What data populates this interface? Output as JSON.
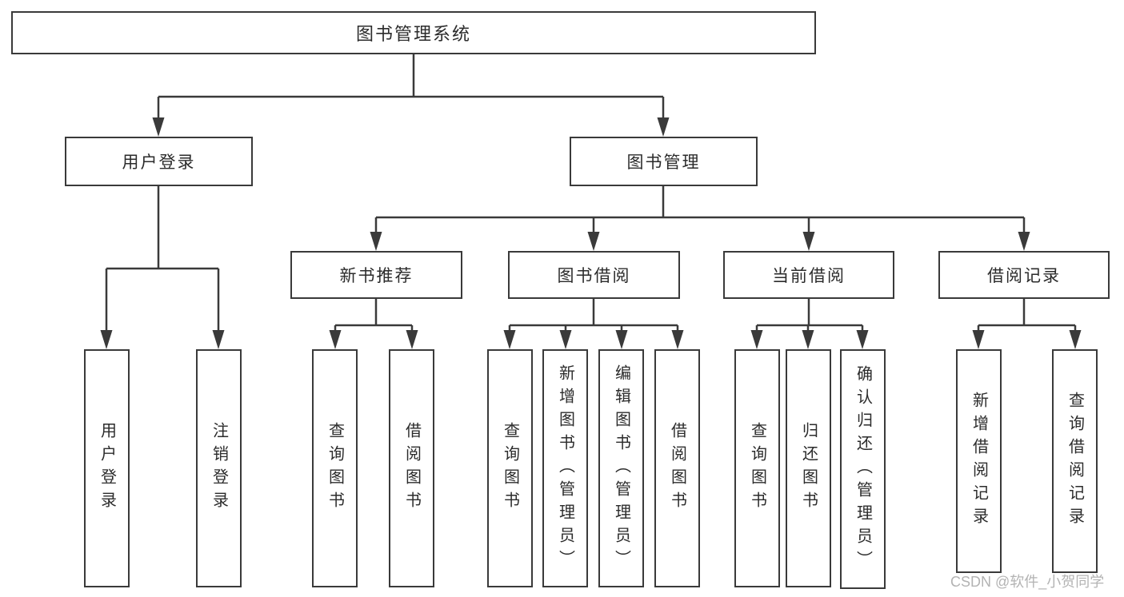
{
  "diagram": {
    "type": "hierarchy-tree",
    "title": "图书管理系统"
  },
  "nodes": {
    "root": "图书管理系统",
    "level2": {
      "user_login": "用户登录",
      "book_mgmt": "图书管理"
    },
    "level3": {
      "new_books": "新书推荐",
      "book_borrow": "图书借阅",
      "current_borrow": "当前借阅",
      "borrow_records": "借阅记录"
    },
    "leaves": {
      "user_login": {
        "login": "用户登录",
        "logout": "注销登录"
      },
      "new_books": {
        "query": "查询图书",
        "borrow": "借阅图书"
      },
      "book_borrow": {
        "query": "查询图书",
        "add": "新增图书（管理员）",
        "edit": "编辑图书（管理员）",
        "borrow": "借阅图书"
      },
      "current_borrow": {
        "query": "查询图书",
        "return": "归还图书",
        "confirm": "确认归还（管理员）"
      },
      "borrow_records": {
        "add": "新增借阅记录",
        "query": "查询借阅记录"
      }
    }
  },
  "watermark": {
    "text": "CSDN @软件_小贺同学"
  },
  "colors": {
    "line": "#3a3a3a",
    "box_border": "#3a3a3a",
    "text": "#2b2b2b",
    "background": "#ffffff",
    "watermark": "#b3b3b3"
  }
}
